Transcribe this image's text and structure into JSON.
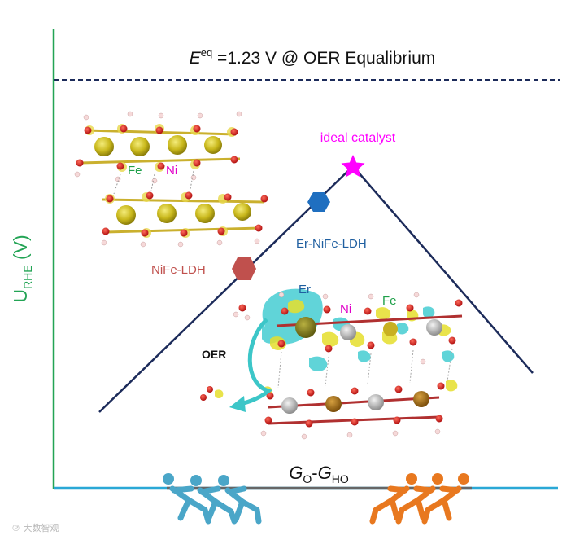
{
  "title": {
    "symbol": "E",
    "superscript": "eq",
    "rest": " =1.23 V @ OER Equalibrium"
  },
  "y_axis": {
    "base": "U",
    "subscript": "RHE",
    "unit": " (V)"
  },
  "x_axis": {
    "g1": "G",
    "sub1": "O",
    "dash": "-",
    "g2": "G",
    "sub2": "HO"
  },
  "points": {
    "ideal": "ideal catalyst",
    "er": "Er-NiFe-LDH",
    "nife": "NiFe-LDH"
  },
  "atoms_top": {
    "fe": "Fe",
    "ni": "Ni"
  },
  "atoms_bottom": {
    "er": "Er",
    "ni": "Ni",
    "fe": "Fe"
  },
  "reaction": "OER",
  "watermark": "大数智观",
  "colors": {
    "y_axis": "#23a455",
    "x_axis": "#2aa8d6",
    "volcano": "#1c2b5a",
    "ideal": "#ff00ff",
    "er": "#1f6fc0",
    "nife": "#c0504d",
    "fe_label": "#1fa04a",
    "ni_label": "#e000c8",
    "er_label": "#1f5fa0",
    "left_team": "#4aa6c8",
    "right_team": "#e8781f"
  }
}
